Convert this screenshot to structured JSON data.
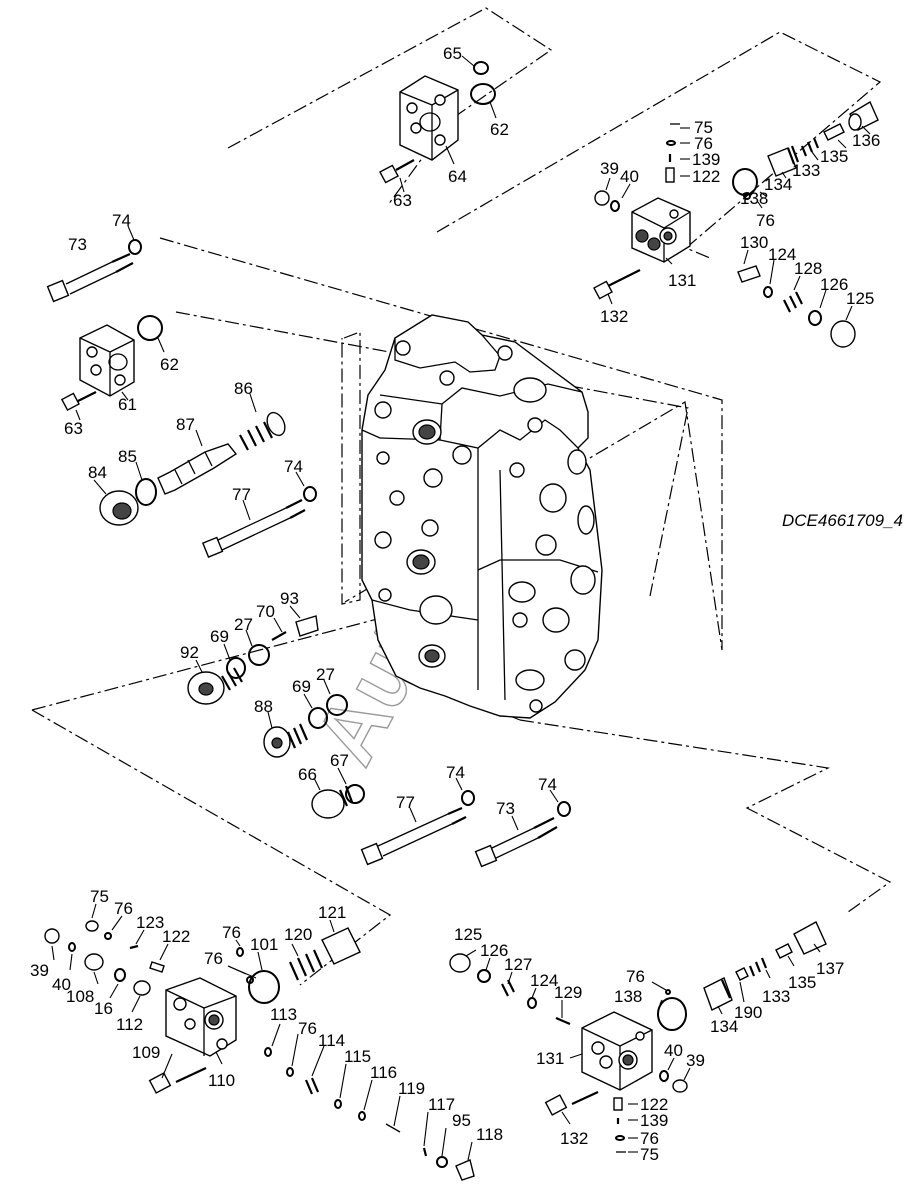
{
  "drawing_code": "DCE4661709_4",
  "watermark": "Autosoft",
  "labels": {
    "l65": "65",
    "l62a": "62",
    "l64": "64",
    "l63a": "63",
    "l74a": "74",
    "l73a": "73",
    "l62b": "62",
    "l61": "61",
    "l63b": "63",
    "l86": "86",
    "l87": "87",
    "l84": "84",
    "l85": "85",
    "l74b": "74",
    "l77a": "77",
    "l93": "93",
    "l70": "70",
    "l27a": "27",
    "l69a": "69",
    "l92": "92",
    "l69b": "69",
    "l27b": "27",
    "l88": "88",
    "l67": "67",
    "l66": "66",
    "l74c": "74",
    "l77b": "77",
    "l74d": "74",
    "l73b": "73",
    "l75a": "75",
    "l76a": "76",
    "l139a": "139",
    "l122a": "122",
    "l39a": "39",
    "l40a": "40",
    "l134a": "134",
    "l138a": "138",
    "l76b": "76",
    "l133a": "133",
    "l135a": "135",
    "l136": "136",
    "l130": "130",
    "l124a": "124",
    "l128": "128",
    "l126a": "126",
    "l125a": "125",
    "l131a": "131",
    "l132a": "132",
    "l75b": "75",
    "l76c": "76",
    "l123": "123",
    "l122b": "122",
    "l76d": "76",
    "l101": "101",
    "l120": "120",
    "l121": "121",
    "l39b": "39",
    "l40b": "40",
    "l108": "108",
    "l16": "16",
    "l112": "112",
    "l76e": "76",
    "l113": "113",
    "l76f": "76",
    "l114": "114",
    "l115": "115",
    "l116": "116",
    "l119": "119",
    "l117": "117",
    "l95": "95",
    "l118": "118",
    "l109": "109",
    "l110": "110",
    "l125b": "125",
    "l126b": "126",
    "l127": "127",
    "l124b": "124",
    "l129": "129",
    "l76g": "76",
    "l138b": "138",
    "l134b": "134",
    "l190": "190",
    "l133b": "133",
    "l135b": "135",
    "l137": "137",
    "l131b": "131",
    "l40c": "40",
    "l39c": "39",
    "l122c": "122",
    "l139b": "139",
    "l76h": "76",
    "l75c": "75",
    "l132b": "132"
  }
}
